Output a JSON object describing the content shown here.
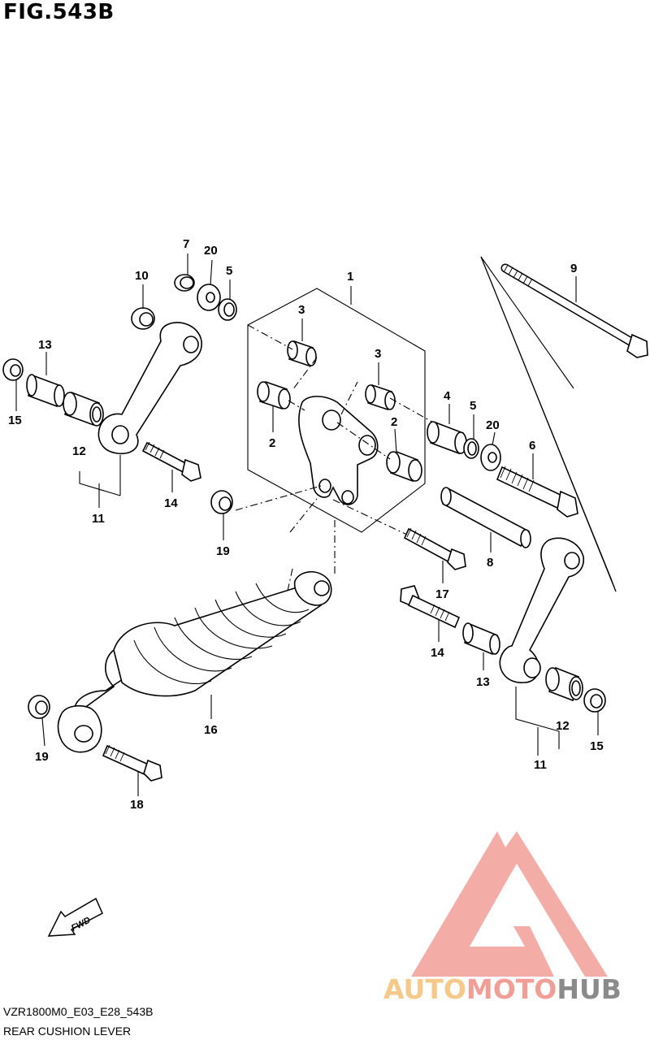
{
  "figure": {
    "title": "FIG.543B",
    "model_code": "VZR1800M0_E03_E28_543B",
    "name": "REAR CUSHION LEVER",
    "fwd_label": "FWD"
  },
  "callouts": [
    "1",
    "2",
    "2",
    "3",
    "3",
    "4",
    "5",
    "5",
    "6",
    "7",
    "8",
    "9",
    "10",
    "11",
    "11",
    "12",
    "12",
    "13",
    "13",
    "14",
    "14",
    "15",
    "15",
    "16",
    "17",
    "18",
    "19",
    "19",
    "20",
    "20"
  ],
  "watermark": {
    "parts": [
      "AUTO",
      "MOTO",
      "HUB"
    ],
    "colors": {
      "auto": "#f5c98a",
      "moto": "#f19f96",
      "hub": "#8a8a8a",
      "triangle": "#f19f96"
    }
  }
}
